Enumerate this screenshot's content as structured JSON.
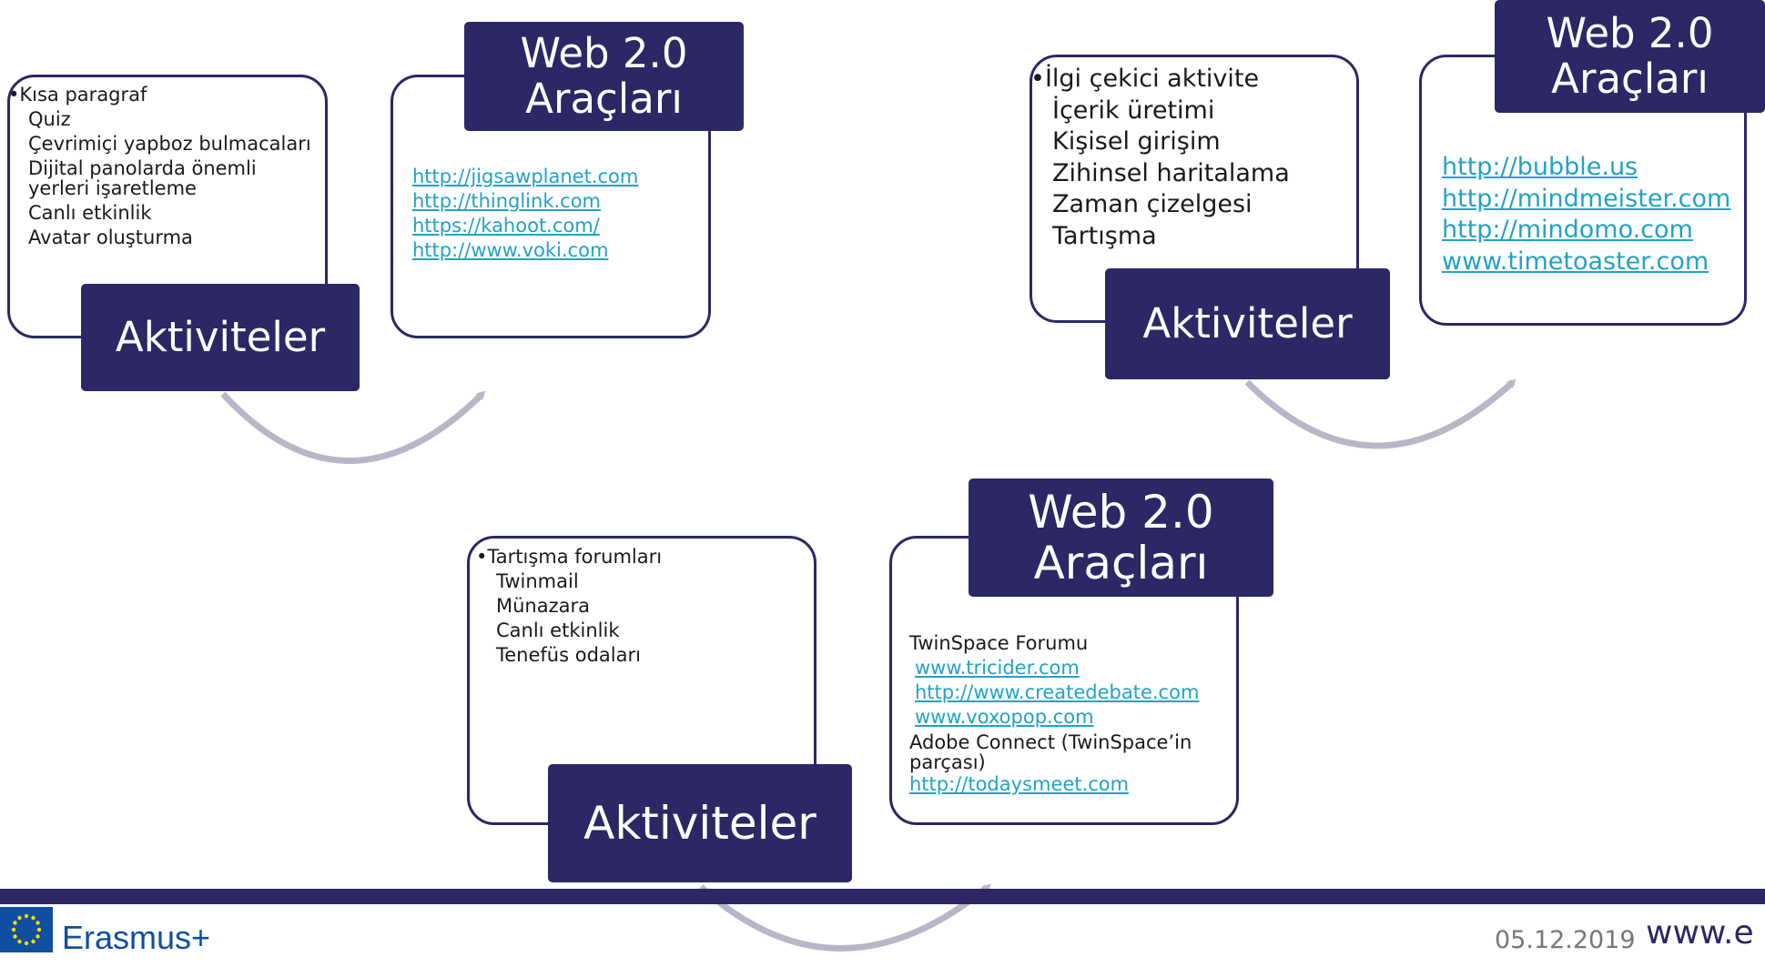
{
  "diagrams": [
    {
      "activities_label": "Aktiviteler",
      "tools_label": "Web 2.0 Araçları",
      "activities": [
        "Kısa paragraf",
        "Quiz",
        "Çevrimiçi yapboz bulmacaları",
        "Dijital panolarda önemli yerleri işaretleme",
        "Canlı etkinlik",
        "Avatar oluşturma"
      ],
      "tools": [
        "http://jigsawplanet.com",
        "http://thinglink.com",
        "https://kahoot.com/",
        "http://www.voki.com"
      ]
    },
    {
      "activities_label": "Aktiviteler",
      "tools_label": "Web 2.0 Araçları",
      "activities": [
        "İlgi çekici aktivite",
        "İçerik üretimi",
        "Kişisel girişim",
        "Zihinsel haritalama",
        "Zaman çizelgesi",
        "Tartışma"
      ],
      "tools": [
        "http://bubble.us",
        "http://mindmeister.com",
        "http://mindomo.com",
        "www.timetoaster.com"
      ]
    },
    {
      "activities_label": "Aktiviteler",
      "tools_label": "Web 2.0 Araçları",
      "activities": [
        "Tartışma forumları",
        "Twinmail",
        "Münazara",
        "Canlı etkinlik",
        "Tenefüs odaları"
      ],
      "tools_items": [
        {
          "text": "TwinSpace Forumu",
          "link": false
        },
        {
          "text": "www.tricider.com",
          "link": true
        },
        {
          "text": "http://www.createdebate.com",
          "link": true
        },
        {
          "text": "www.voxopop.com",
          "link": true
        },
        {
          "text": "Adobe Connect (TwinSpace’in parçası)",
          "link": false
        },
        {
          "text": "http://todaysmeet.com",
          "link": true
        }
      ]
    }
  ],
  "footer": {
    "brand": "Erasmus+",
    "date": "05.12.2019",
    "url": "www.e"
  },
  "colors": {
    "navy": "#2b2865",
    "link": "#22a3c3",
    "arc": "#b8b7c8",
    "eu_blue": "#0f4fa0",
    "eu_star": "#ffdd00"
  }
}
